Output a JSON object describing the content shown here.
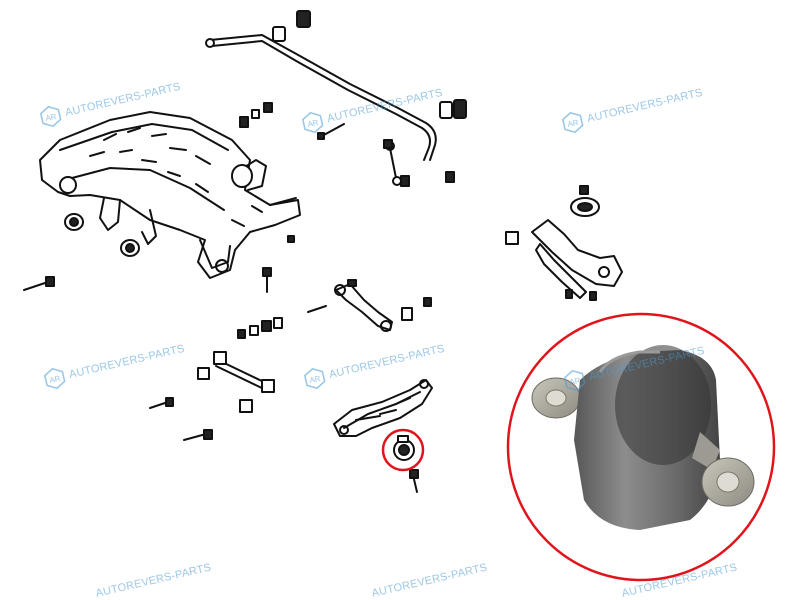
{
  "watermark": {
    "logo_text": "AR",
    "brand": "AUTOREVERS-PARTS",
    "color": "#4a9ad4"
  },
  "highlight_color": "#e0151b",
  "diagram": {
    "parts": [
      "stabilizer-bar",
      "rear-subframe",
      "stabilizer-link",
      "upper-arm",
      "toe-link",
      "trailing-arm",
      "lower-control-arm",
      "highlighted-bushing"
    ]
  }
}
